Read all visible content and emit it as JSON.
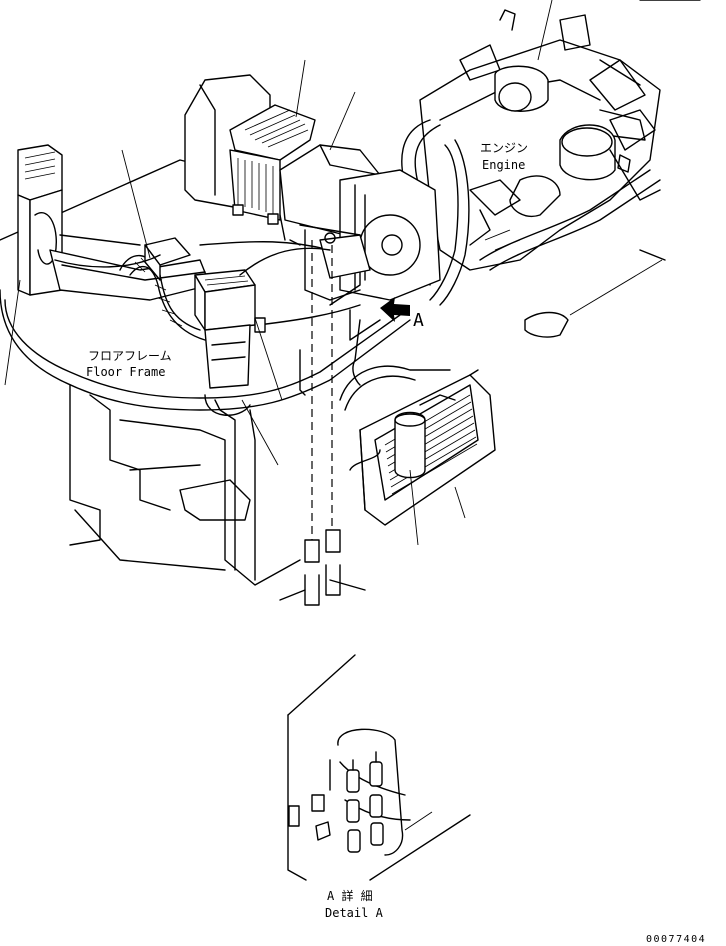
{
  "labels": {
    "engine_jp": "エンジン",
    "engine_en": "Engine",
    "floor_jp": "フロアフレーム",
    "floor_en": "Floor Frame",
    "view_arrow": "A",
    "detail_jp": "A 詳 細",
    "detail_en": "Detail A",
    "drawing_number": "00077404"
  }
}
